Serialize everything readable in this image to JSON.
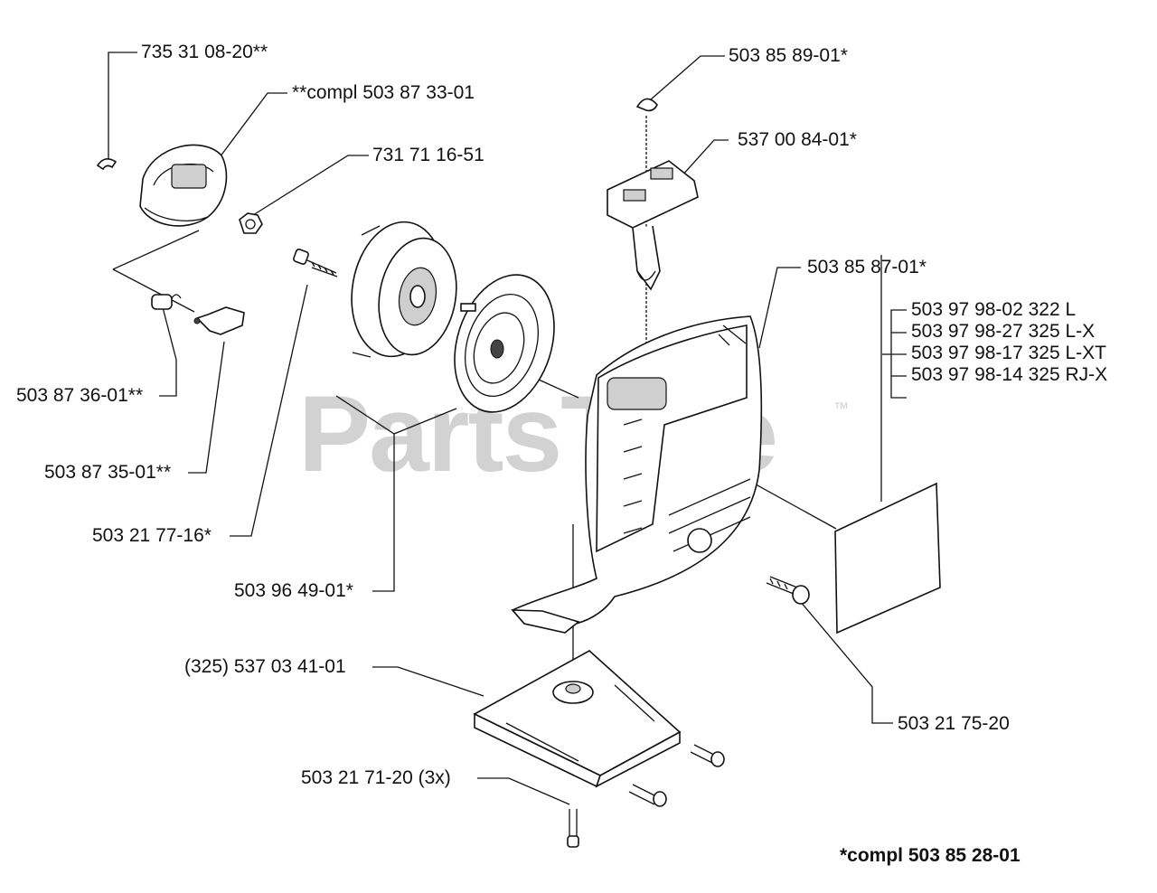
{
  "watermark": {
    "text": "PartsTree",
    "tm": "™"
  },
  "labels": {
    "p1": "735 31 08-20**",
    "p2": "**compl 503 87 33-01",
    "p3": "731 71 16-51",
    "p4": "503 85 89-01*",
    "p5": "537 00 84-01*",
    "p6": "503 85 87-01*",
    "p7": "503 87 36-01**",
    "p8": "503 87 35-01**",
    "p9": "503 21 77-16*",
    "p10": "503 96 49-01*",
    "p11": "(325) 537 03 41-01",
    "p12": "503 21 75-20",
    "p13": "503 21 71-20 (3x)",
    "footer": "*compl 503 85 28-01"
  },
  "decal_list": [
    "503 97 98-02  322 L",
    "503 97 98-27  325 L-X",
    "503 97 98-17  325 L-XT",
    "503 97 98-14  325 RJ-X"
  ],
  "colors": {
    "line": "#111111",
    "watermark": "#d2d2d2",
    "shade": "#cfcfcf"
  }
}
